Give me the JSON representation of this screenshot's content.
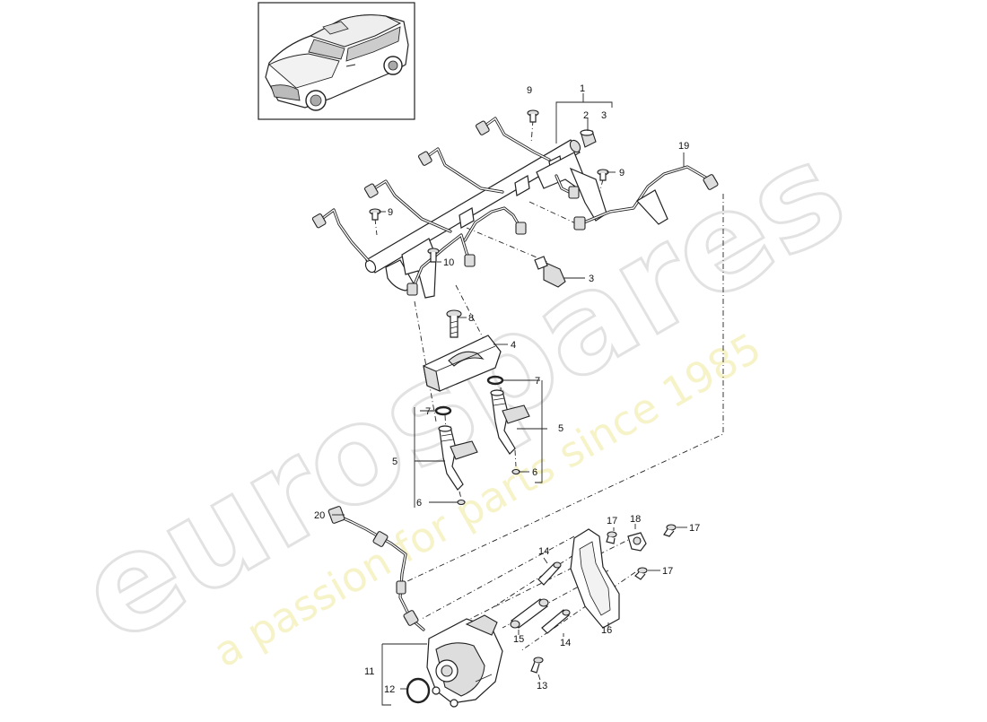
{
  "watermark": {
    "brand": "eurospares",
    "tagline": "a passion for parts since 1985"
  },
  "callouts": {
    "c1": "1",
    "c2": "2",
    "c3a": "3",
    "c3b": "3",
    "c4": "4",
    "c5a": "5",
    "c5b": "5",
    "c6a": "6",
    "c6b": "6",
    "c7a": "7",
    "c7b": "7",
    "c8": "8",
    "c9a": "9",
    "c9b": "9",
    "c9c": "9",
    "c10": "10",
    "c11": "11",
    "c12": "12",
    "c13": "13",
    "c14a": "14",
    "c14b": "14",
    "c15": "15",
    "c16": "16",
    "c17a": "17",
    "c17b": "17",
    "c17c": "17",
    "c18": "18",
    "c19": "19",
    "c20": "20"
  }
}
